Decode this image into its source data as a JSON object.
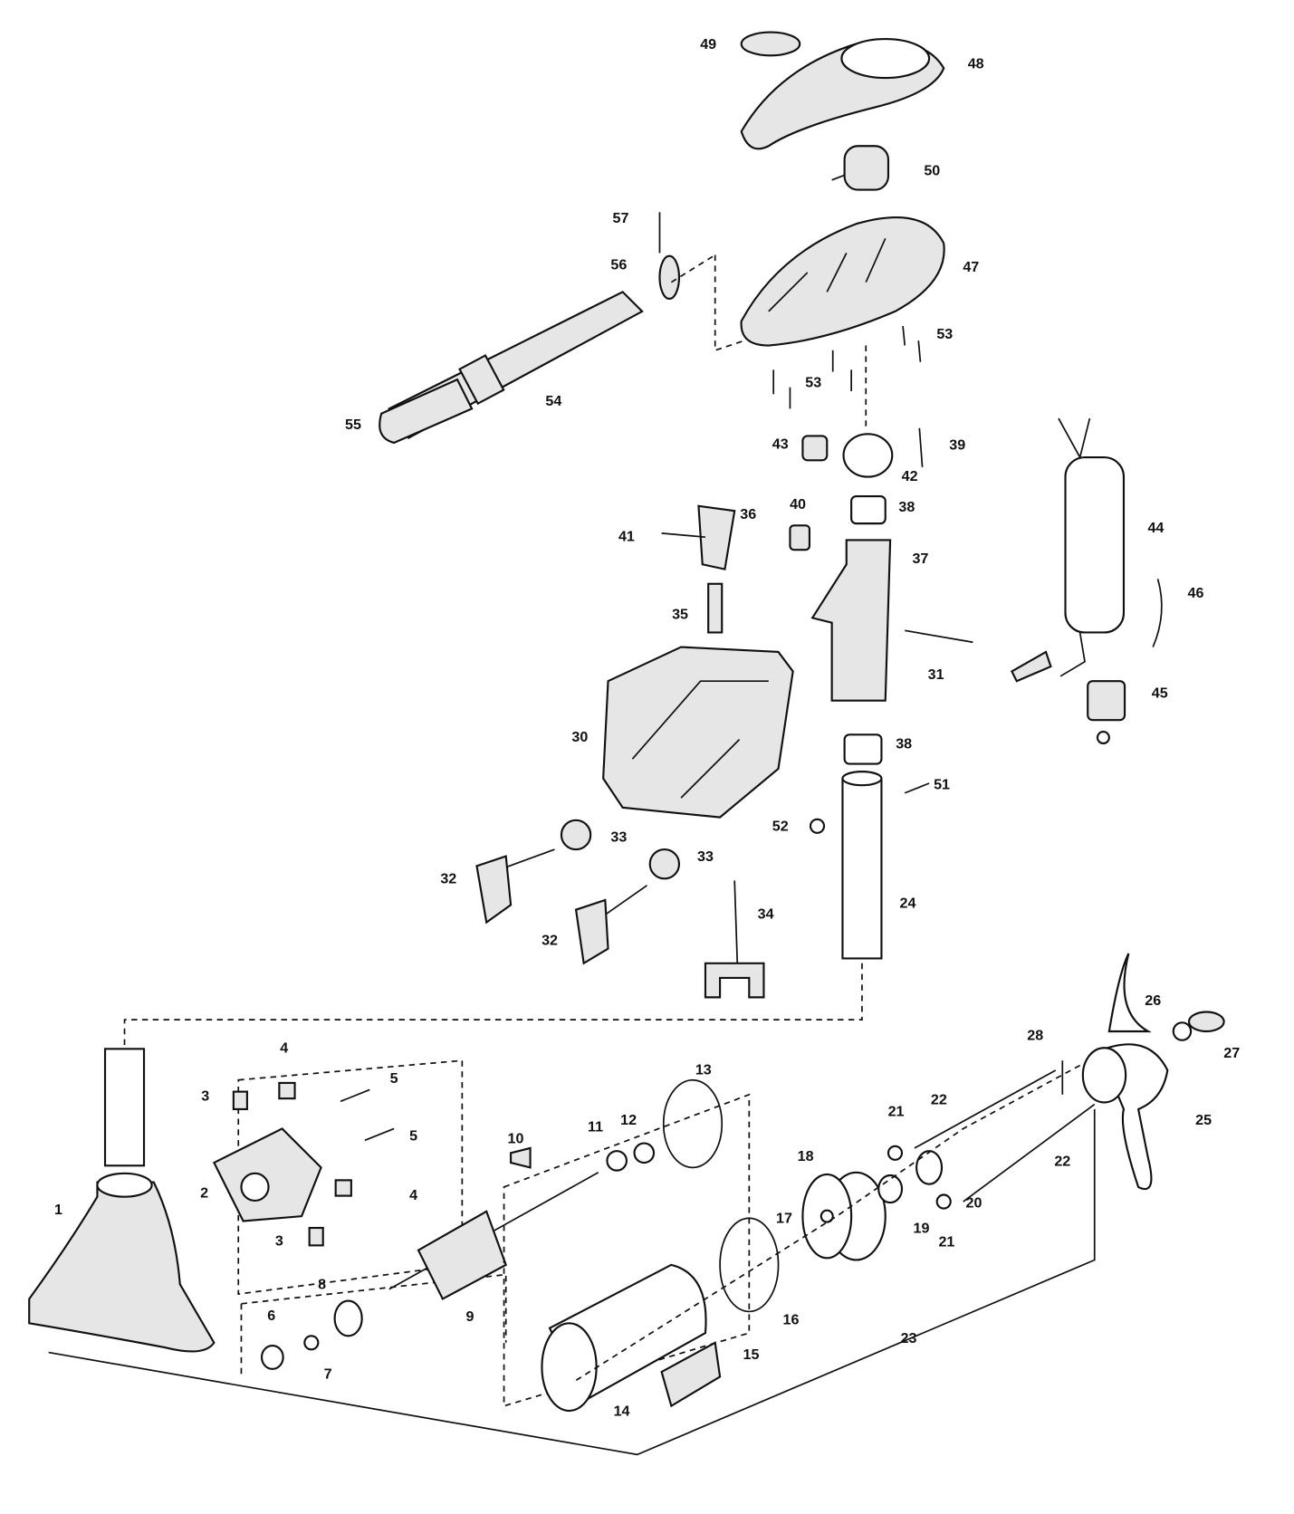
{
  "title": "Trolling motor exploded parts diagram",
  "labels": [
    "49",
    "48",
    "50",
    "57",
    "56",
    "47",
    "53",
    "53",
    "54",
    "55",
    "43",
    "39",
    "42",
    "40",
    "38",
    "36",
    "41",
    "37",
    "44",
    "35",
    "46",
    "31",
    "45",
    "30",
    "38",
    "51",
    "52",
    "33",
    "33",
    "32",
    "24",
    "34",
    "32",
    "28",
    "26",
    "27",
    "4",
    "13",
    "5",
    "3",
    "21",
    "22",
    "12",
    "11",
    "10",
    "25",
    "5",
    "18",
    "22",
    "1",
    "2",
    "20",
    "4",
    "17",
    "19",
    "3",
    "21",
    "8",
    "9",
    "16",
    "23",
    "6",
    "7",
    "15",
    "14"
  ]
}
